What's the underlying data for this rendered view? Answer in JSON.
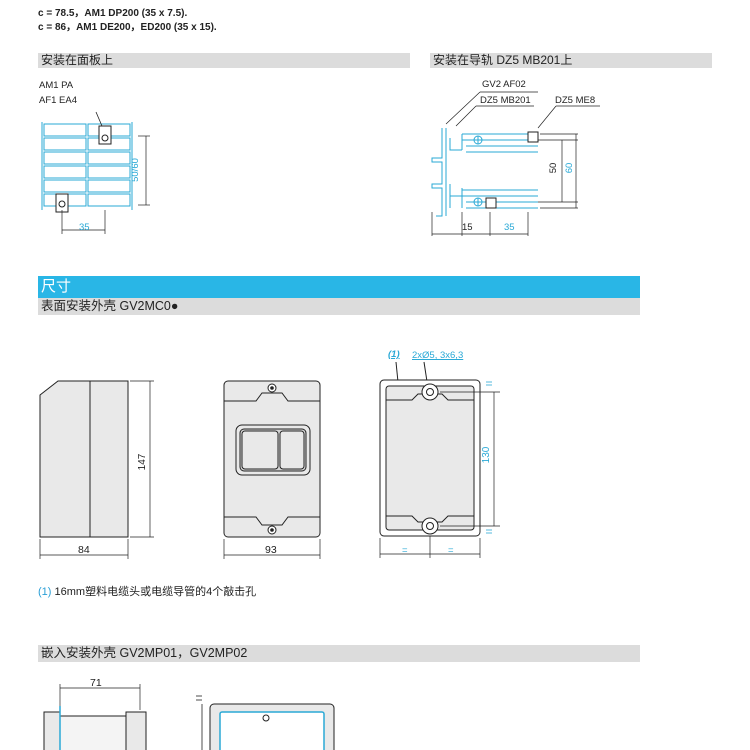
{
  "top_lines": [
    "c = 78.5，AM1 DP200 (35 x 7.5).",
    "c = 86，AM1 DE200，ED200 (35 x 15)."
  ],
  "sections": {
    "panel_mount": "安装在面板上",
    "rail_mount": "安装在导轨 DZ5 MB201上",
    "dimensions": "尺寸",
    "surface_enclosure": "表面安装外壳 GV2MC0●",
    "flush_enclosure": "嵌入安装外壳 GV2MP01，GV2MP02"
  },
  "panel": {
    "labels": [
      "AM1 PA",
      "AF1 EA4"
    ],
    "dim_height": "50/60",
    "dim_width": "35"
  },
  "rail": {
    "labels": [
      "GV2 AF02",
      "DZ5 MB201",
      "DZ5 ME8"
    ],
    "dim_50": "50",
    "dim_60": "60",
    "dim_15": "15",
    "dim_35": "35"
  },
  "surface": {
    "side_height": "147",
    "side_width": "84",
    "front_width": "93",
    "back_height": "130",
    "note_marker": "(1)",
    "holes": "2xØ5, 3x6,3",
    "equal": "="
  },
  "footnote": {
    "num": "(1)",
    "text": " 16mm塑料电缆头或电缆导管的4个敲击孔"
  },
  "flush": {
    "width": "71",
    "equal": "="
  },
  "colors": {
    "cyan": "#2aa9d6",
    "band": "#dcdcdc",
    "blue_band": "#29b6e6"
  }
}
